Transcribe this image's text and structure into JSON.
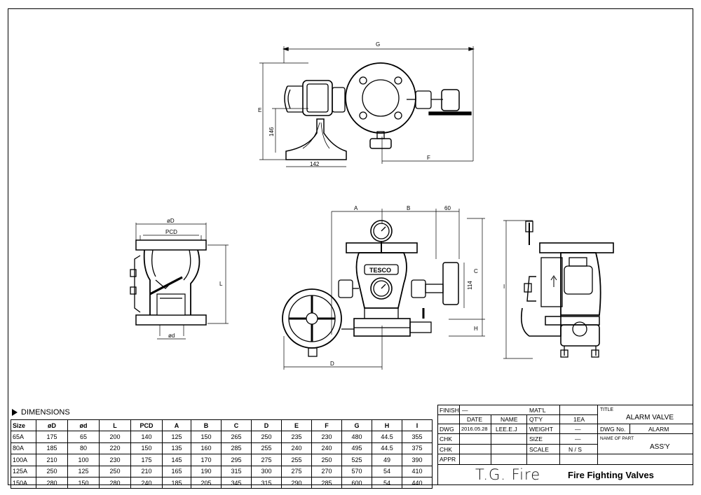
{
  "dims_title": "DIMENSIONS",
  "dims_headers": [
    "Size",
    "øD",
    "ød",
    "L",
    "PCD",
    "A",
    "B",
    "C",
    "D",
    "E",
    "F",
    "G",
    "H",
    "I"
  ],
  "dims_rows": [
    [
      "65A",
      "175",
      "65",
      "200",
      "140",
      "125",
      "150",
      "265",
      "250",
      "235",
      "230",
      "480",
      "44.5",
      "355"
    ],
    [
      "80A",
      "185",
      "80",
      "220",
      "150",
      "135",
      "160",
      "285",
      "255",
      "240",
      "240",
      "495",
      "44.5",
      "375"
    ],
    [
      "100A",
      "210",
      "100",
      "230",
      "175",
      "145",
      "170",
      "295",
      "275",
      "255",
      "250",
      "525",
      "49",
      "390"
    ],
    [
      "125A",
      "250",
      "125",
      "250",
      "210",
      "165",
      "190",
      "315",
      "300",
      "275",
      "270",
      "570",
      "54",
      "410"
    ],
    [
      "150A",
      "280",
      "150",
      "280",
      "240",
      "185",
      "205",
      "345",
      "315",
      "290",
      "285",
      "600",
      "54",
      "440"
    ]
  ],
  "dim_labels": {
    "G": "G",
    "E": "E",
    "h146": "146",
    "w142": "142",
    "F": "F",
    "phiD": "øD",
    "PCD": "PCD",
    "L": "L",
    "phid": "ød",
    "A": "A",
    "B": "B",
    "s60": "60",
    "C": "C",
    "s114": "114",
    "H": "H",
    "D": "D",
    "I": "I"
  },
  "brand_text": {
    "tesco": "TESCO"
  },
  "title_block": {
    "finish_label": "FINISH",
    "finish_value": "—",
    "date_label": "DATE",
    "name_label": "NAME",
    "dwg_label": "DWG",
    "dwg_date": "2016.05.28",
    "dwg_name": "LEE.E.J",
    "chk_label": "CHK",
    "appr_label": "APPR",
    "matl_label": "MAT'L",
    "qty_label": "QT'Y",
    "qty_value": "1EA",
    "weight_label": "WEIGHT",
    "weight_value": "—",
    "size_label": "SIZE",
    "size_value": "—",
    "scale_label": "SCALE",
    "scale_value": "N / S",
    "title_label": "TITLE",
    "title_value": "ALARM VALVE",
    "dwgno_label": "DWG No.",
    "dwgno_value": "ALARM",
    "part_label": "NAME OF PART",
    "part_value": "ASS'Y",
    "company": "T.G. Fire",
    "subtitle": "Fire Fighting Valves"
  }
}
